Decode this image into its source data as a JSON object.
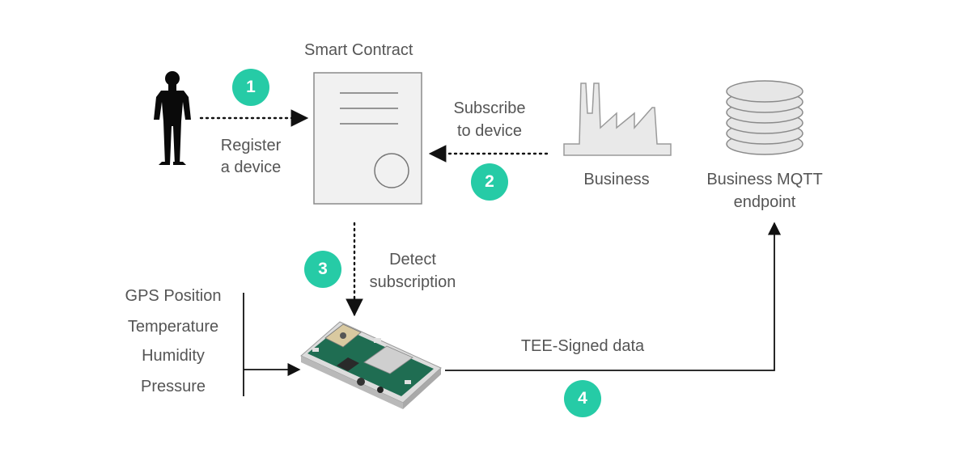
{
  "accent_color": "#26cba6",
  "text_color": "#555555",
  "smart_contract_label": "Smart Contract",
  "steps": [
    {
      "number": "1",
      "label_lines": [
        "Register",
        "a device"
      ]
    },
    {
      "number": "2",
      "label_lines": [
        "Subscribe",
        "to device"
      ]
    },
    {
      "number": "3",
      "label_lines": [
        "Detect",
        "subscription"
      ]
    },
    {
      "number": "4",
      "label_lines": [
        "TEE-Signed data"
      ]
    }
  ],
  "business_label": "Business",
  "mqtt_label_lines": [
    "Business MQTT",
    "endpoint"
  ],
  "sensor_inputs": [
    "GPS Position",
    "Temperature",
    "Humidity",
    "Pressure"
  ],
  "icons": {
    "user": "person-silhouette-icon",
    "contract": "document-icon",
    "business": "factory-icon",
    "mqtt": "database-icon",
    "device": "circuit-board-icon"
  }
}
